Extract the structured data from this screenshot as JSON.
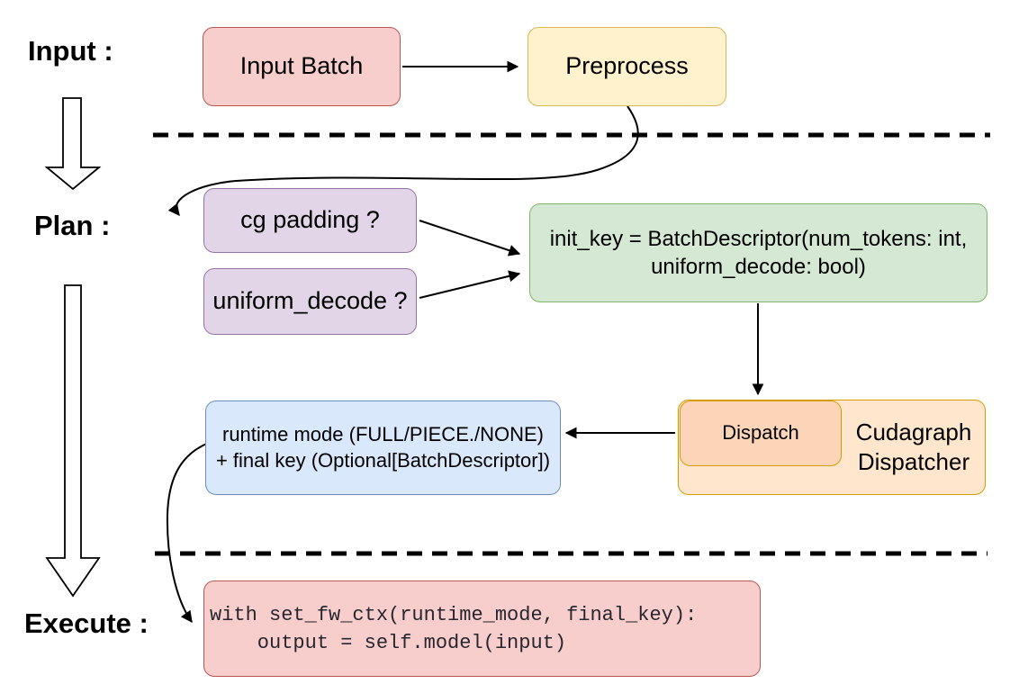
{
  "stages": {
    "input_label": "Input :",
    "plan_label": "Plan :",
    "execute_label": "Execute :"
  },
  "nodes": {
    "input_batch": {
      "label": "Input Batch",
      "fill": "#F8CECC",
      "stroke": "#B85450"
    },
    "preprocess": {
      "label": "Preprocess",
      "fill": "#FFF2CC",
      "stroke": "#D6B656"
    },
    "cg_padding": {
      "label": "cg padding ?",
      "fill": "#E1D5E7",
      "stroke": "#9673A6"
    },
    "uniform_decode": {
      "label": "uniform_decode ?",
      "fill": "#E1D5E7",
      "stroke": "#9673A6"
    },
    "init_key": {
      "line1": "init_key = BatchDescriptor(num_tokens: int,",
      "line2": "uniform_decode: bool)",
      "fill": "#D5E8D4",
      "stroke": "#82B366"
    },
    "dispatch": {
      "label": "Dispatch",
      "fill": "#FCD5B8",
      "stroke": "#D79B00"
    },
    "cudagraph_dispatcher": {
      "line1": "Cudagraph",
      "line2": "Dispatcher",
      "fill": "#FFE6CC",
      "stroke": "#D79B00"
    },
    "runtime_mode": {
      "line1": "runtime mode (FULL/PIECE./NONE)",
      "line2": "+ final key (Optional[BatchDescriptor])",
      "fill": "#DAE8FC",
      "stroke": "#6C8EBF"
    },
    "execute_code": {
      "line1": "with set_fw_ctx(runtime_mode, final_key):",
      "line2": "    output = self.model(input)",
      "fill": "#F8CECC",
      "stroke": "#B85450"
    }
  },
  "edges": [
    {
      "from": "input_batch",
      "to": "preprocess"
    },
    {
      "from": "preprocess",
      "to": "cg_padding"
    },
    {
      "from": "cg_padding",
      "to": "init_key"
    },
    {
      "from": "uniform_decode",
      "to": "init_key"
    },
    {
      "from": "init_key",
      "to": "dispatch"
    },
    {
      "from": "dispatch",
      "to": "runtime_mode"
    },
    {
      "from": "runtime_mode",
      "to": "execute_code"
    }
  ]
}
